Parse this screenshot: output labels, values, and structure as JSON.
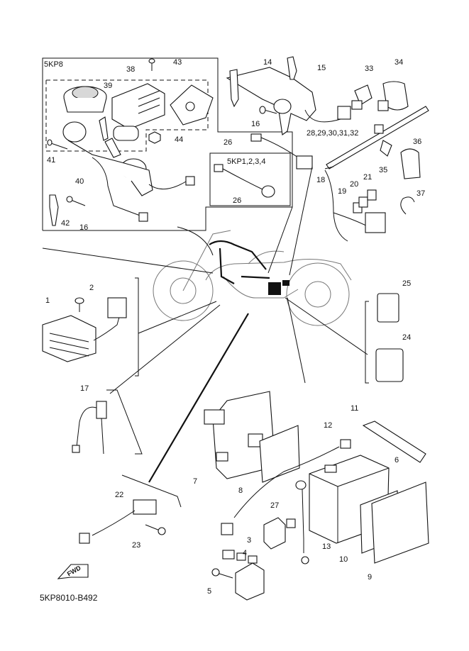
{
  "diagram": {
    "inset_main_code": "5KP8",
    "inset_small_code": "5KP1,2,3,4",
    "figure_code": "5KP8010-B492",
    "fwd_badge": "FWD",
    "callouts": {
      "n1": "1",
      "n2": "2",
      "n3": "3",
      "n4": "4",
      "n5": "5",
      "n6": "6",
      "n7": "7",
      "n8": "8",
      "n9": "9",
      "n10": "10",
      "n11": "11",
      "n12": "12",
      "n13": "13",
      "n14": "14",
      "n15": "15",
      "n16a": "16",
      "n16b": "16",
      "n17": "17",
      "n18": "18",
      "n19": "19",
      "n20": "20",
      "n21": "21",
      "n22": "22",
      "n23": "23",
      "n24": "24",
      "n25": "25",
      "n26a": "26",
      "n26b": "26",
      "n27": "27",
      "n28": "28,29,30,31,32",
      "n33": "33",
      "n34": "34",
      "n35": "35",
      "n36": "36",
      "n37": "37",
      "n38": "38",
      "n39": "39",
      "n40": "40",
      "n41": "41",
      "n42": "42",
      "n43": "43",
      "n44": "44"
    }
  }
}
